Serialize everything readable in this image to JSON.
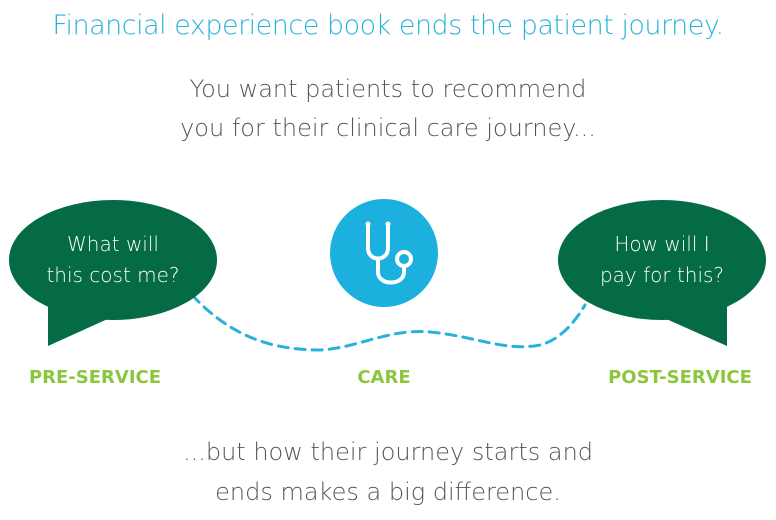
{
  "title": "Financial experience book ends the patient journey.",
  "intro": {
    "line1": "You want patients to recommend",
    "line2": "you for their clinical care journey..."
  },
  "bubbles": {
    "left": {
      "line1": "What will",
      "line2": "this cost me?"
    },
    "right": {
      "line1": "How will I",
      "line2": "pay for this?"
    }
  },
  "center_icon": "stethoscope-icon",
  "stages": {
    "pre": "PRE-SERVICE",
    "care": "CARE",
    "post": "POST-SERVICE"
  },
  "outro": {
    "line1": "...but how their journey starts and",
    "line2": "ends makes a big difference."
  },
  "colors": {
    "title": "#29b2d9",
    "bubble": "#056b45",
    "icon_circle": "#1cb0df",
    "stage_label": "#8cc63f",
    "dashed_path": "#29b2d9",
    "body_text": "#555555"
  }
}
